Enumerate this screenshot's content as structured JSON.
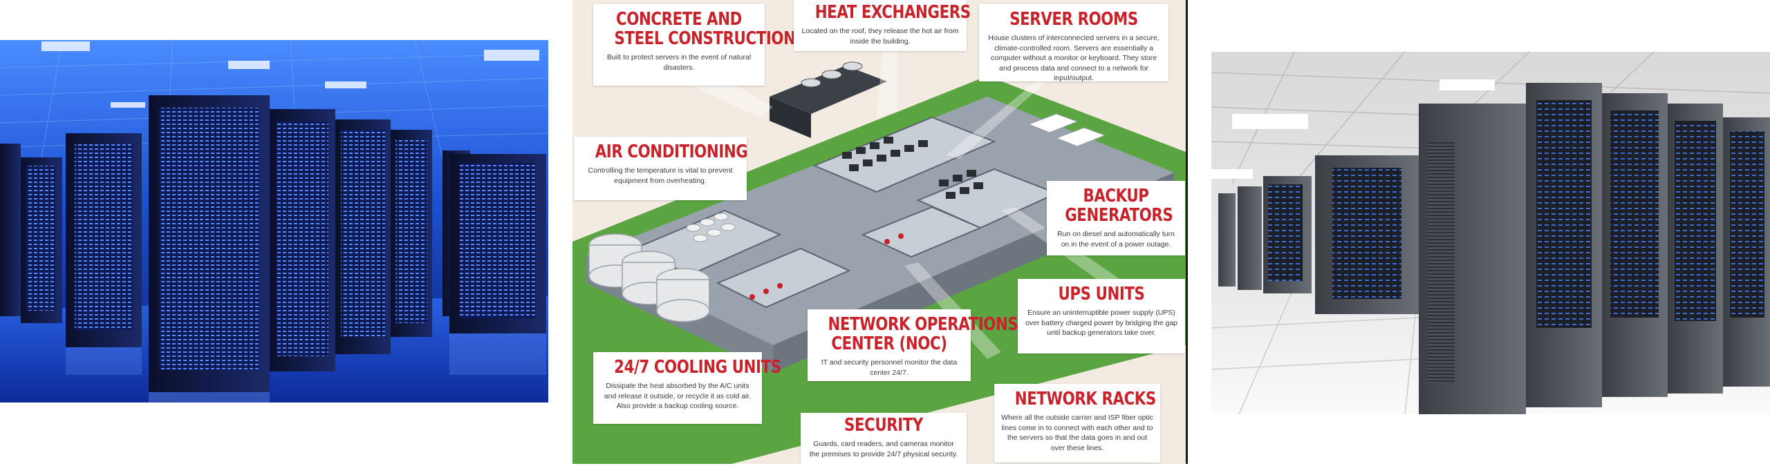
{
  "panels": {
    "left": {
      "theme": "blue-lit server room",
      "accent": "#1d4fd8"
    },
    "center": {
      "callouts": [
        {
          "id": "concrete",
          "title_line1": "CONCRETE AND",
          "title_line2": "STEEL CONSTRUCTION",
          "body": "Built to protect servers in the event of natural disasters."
        },
        {
          "id": "heat",
          "title_line1": "HEAT EXCHANGERS",
          "title_line2": "",
          "body": "Located on the roof, they release the hot air from inside the building."
        },
        {
          "id": "server",
          "title_line1": "SERVER ROOMS",
          "title_line2": "",
          "body": "House clusters of interconnected servers in a secure, climate-controlled room. Servers are essentially a computer without a monitor or keyboard. They store and process data and connect to a network for input/output."
        },
        {
          "id": "ac",
          "title_line1": "AIR CONDITIONING",
          "title_line2": "",
          "body": "Controlling the temperature is vital to prevent equipment from overheating."
        },
        {
          "id": "backup",
          "title_line1": "BACKUP",
          "title_line2": "GENERATORS",
          "body": "Run on diesel and automatically turn on in the event of a power outage."
        },
        {
          "id": "ups",
          "title_line1": "UPS UNITS",
          "title_line2": "",
          "body": "Ensure an uninterruptible power supply (UPS) over battery charged power by bridging the gap until backup generators take over."
        },
        {
          "id": "noc",
          "title_line1": "NETWORK OPERATIONS",
          "title_line2": "CENTER (NOC)",
          "body": "IT and security personnel monitor the data center 24/7."
        },
        {
          "id": "cooling",
          "title_line1": "24/7 COOLING UNITS",
          "title_line2": "",
          "body": "Dissipate the heat absorbed by the A/C units and release it outside, or recycle it as cold air. Also provide a backup cooling source."
        },
        {
          "id": "racks",
          "title_line1": "NETWORK RACKS",
          "title_line2": "",
          "body": "Where all the outside carrier and ISP fiber optic lines come in to connect with each other and to the servers so that the data goes in and out over these lines."
        },
        {
          "id": "security",
          "title_line1": "SECURITY",
          "title_line2": "",
          "body": "Guards, card readers, and cameras monitor the premises to provide 24/7 physical security."
        }
      ],
      "colors": {
        "title_red": "#c8222a",
        "background": "#f3ebe1",
        "grass": "#5aa441",
        "floor": "#9aa3ad"
      }
    },
    "right": {
      "theme": "grey server room",
      "accent": "#3a6fd8"
    }
  }
}
